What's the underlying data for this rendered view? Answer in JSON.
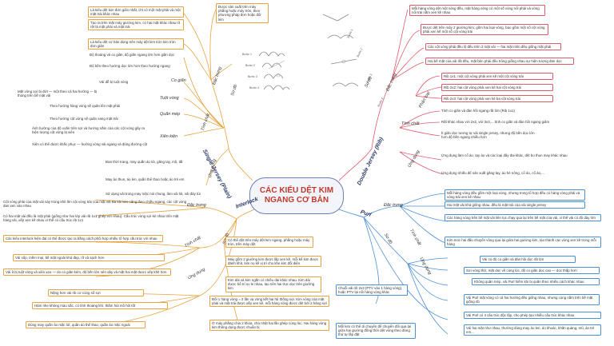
{
  "center": "CÁC KIỂU DỆT KIM NGANG CƠ BẢN",
  "branches": {
    "single": "Single Jersey (Plain)",
    "double": "Double Jersey (Rib)",
    "interlock": "Interlock",
    "purl": "Purl"
  },
  "single": {
    "labels": {
      "dac_trung": "Đặc trưng",
      "tinh_chat": "Tính chất",
      "ung_dung": "Ứng dụng",
      "so_do": "Sơ đồ",
      "gian": "Co giãn",
      "xuat": "Tuột vòng",
      "quan": "Quăn mép",
      "xien": "Xiên kiện"
    },
    "features": [
      "Là kiểu dệt kim đơn giản nhất, chỉ có một mặt phải và một mặt trái khác nhau",
      "Tạo ra trên mặt máy giường kim, có hai mặt khác nhau rõ rệt là mặt phải và mặt trái",
      "Là kiểu dệt cơ bản dùng trên máy dệt kim tròn kim tròn đơn giản"
    ],
    "pattern_note": "Được sản xuất trên máy phẳng hoặc máy tròn, theo phương pháp đơn hoặc đôi kim",
    "steps": [
      "Bước 1",
      "Bước 2",
      "Bước 3",
      "Bước 4"
    ],
    "props_a": [
      "Độ thoáng và co giãn, độ giãn ngang lớn hơn giãn dọc",
      "Độ bền theo hướng dọc lớn hơn theo hướng ngang"
    ],
    "props_b": [
      "Vải dễ bị tuột vòng",
      "Mặt vòng sợi bị đứt — một theo cả hai hướng — bị thủng trên bề mặt vải"
    ],
    "props_c": [
      "Theo hướng hàng vòng sẽ quăn lên mặt phải",
      "Theo hướng cột vòng sẽ quăn sang mặt trái"
    ],
    "props_d": [
      "Ảnh hưởng của độ xoắn trên sợi và hướng nằm của các cột vòng gây ra hiện tượng cột vòng bị xiên",
      "Xiên có thể được khắc phục — hướng vòng vải ngang và đúng đường cột"
    ],
    "uses": [
      "Đan thời trang, may quần áo lót, găng tay, mũ, tất",
      "May áo thun, áo len, quần thể thao hoặc áo trẻ em",
      "Sử dụng vải trong may mặc nói chung, làm vải lót, vải đáy túi"
    ]
  },
  "double": {
    "labels": {
      "dac_trung": "Đặc trưng",
      "so_do": "Sơ đồ",
      "tinh_chat": "Tính chất",
      "ung_dung": "Ứng dụng",
      "phan_loai": "Phân loại"
    },
    "steps": [
      "Bước 1",
      "Bước 2",
      "Bước 3",
      "Bước 4"
    ],
    "features": [
      "Mỗi hàng vòng dệt một vòng đều, mặt hàng vòng có một số vòng nổi phải và vòng nổi trái nằm xen kẽ nhau",
      "Được dệt trên máy 2 giường kim, gồm hai loại vòng, bao gồm một số cột vòng phải xen kẽ một số cột vòng trái",
      "Các cột vòng phải đều lộ đều trên 2 mặt vải — hai mặt nhìn đều giống mặt phải",
      "Hai bề mặt của vải rất đều, mặt bên phải đều trông giống nhau sự hiện tượng đan dọc"
    ],
    "types": [
      "Rib 1x1: một cột vòng phải xen kẽ một cột vòng trái",
      "Rib 2x2: hai cột vòng phải xen kẽ hai cột vòng trái",
      "Rib 2x3: hai cột vòng phải xen kẽ ba cột vòng trái"
    ],
    "props": [
      "Tính co giãn và đàn hồi ngang rất lớn (Rib 1x1)",
      "Rất khác nhau với 2x2, với 3x3,... tính co giãn và đàn hồi ngang giảm"
    ],
    "props_b": "Ít giãn dọc tương tự vải single jersey, nhưng độ bền dọc lớn hơn độ bền ngang nhiều hơn",
    "uses": [
      "Ứng dụng làm cổ áo, tay áo và các loại dây đai khác, dệt bo thun may khác nhau",
      "Ứng dụng nhiều để sản xuất găng tay, áo hẻ nông, cổ áo, cổ áo,..."
    ]
  },
  "interlock": {
    "labels": {
      "dac_trung": "Đặc trưng",
      "so_do": "Sơ đồ",
      "tinh_chat": "Tính chất",
      "ung_dung": "Ứng dụng"
    },
    "features": [
      "Cột vòng phải của mặt vải này trùng khít lên cột vòng trái của mặt vải kia khi kéo căng theo chiều ngang, các cột vòng đan xen vào nhau",
      "Có hai mặt vải đều là mặt phải (giống như hai lớp vải rib 1x1 ghép với nhau). Cấu trúc vòng sợi kẻ nhau trên mặt hàng vải, xếp xen kẽ nhau vì thế có cấu trúc rib 1x1"
    ],
    "diagram": [
      "Có thể dệt trên máy dệt kim ngang, phẳng hoặc máy tròn, trên máy dệt",
      "Máy gồm 2 giường kim được lắp xen kẽ, mỗi kế kim được đánh khít, kim nọ kế vị trí cho khe kim đối diện",
      "Kim dài và kim ngắn có chiều dài khác nhau. Kim dài được bố trí so le nhau, tạo nên hai trục dọc trên giường kim"
    ],
    "props": [
      "Các kiểu interlock hiện đại có thể được tạo ra bằng cách phối hợp nhiều tổ hợp cấu trúc với nhau",
      "Vải xốp, mềm mại, bề mặt ngoài khá đẹp, rõ và sạch hơn"
    ],
    "props_b": "Vải ít bị tuột vòng và xiên xẹo — do có giãn kém, độ bền lớn nên dày và mặt hai mặt được xếp khít hơn",
    "uses": [
      "Nặng hơn vải rib cơ cùng số sợi",
      "Hàm nhẹ không màu sắc, có tính thoáng khí, thấm hút mồ hôi tốt",
      "Dùng may quần áo mặc lót, quần áo thể thao, quần áo mặc ngoài"
    ],
    "diagram_b": [
      "Đối 1 hàng vòng = 2 lần vạ vòng kết hai hệ thống sợi. Kim vòng của mặt phải và mặt trái được xếp xen kẽ, mỗi hàng vòng được dệt bởi 2 hàng sợi",
      "Ở máy phẳng chia 2 khóa, chủ nhật hai lần ghép cùng lúc. Hai hàng vòng kim thông dụng được chuẩn bị"
    ]
  },
  "purl": {
    "labels": {
      "dac_trung": "Đặc trưng",
      "so_do": "Sơ đồ",
      "tinh_chat": "Tính chất",
      "ung_dung": "Ứng dụng"
    },
    "features": [
      "Mỗi hàng vòng đều gồm một loại vòng, nhưng trong tổ hợp đều có hàng vòng phải và vòng trái xen kẽ nhau",
      "Hai mặt vải khá giống nhau, đều là mặt trái của vải single jersey",
      "Các hàng vòng trên bề mặt vải liên tục chạy qua lại trên bề mặt của vải, vì thế vải có độ dày lớn",
      "Kim móc hai đầu chuyển vòng qua lại giữa hai giường kim, tạo thành các vòng xen kẽ trong mỗi hàng"
    ],
    "props": [
      "Vải có độ co giãn và đàn hồi dọc rất lớn",
      "Sợi vòng thở, mặt dọc về cùng lúc, độ co giãn dọc cao — dọc thấp hơn",
      "Không quăn mép, vải Purl hiếm khi bị quăn theo nhiều cách khác nhau",
      "Vải Purl mặt vòng có cả hai hướng đều giống nhau, nhưng cùng nằm trên bề mặt giống rib"
    ],
    "diagram": [
      "Chuỗi vải rib 2x3 (PTV vào 1 hàng vòng), hoặc PTV lại nối hàng vòng khác",
      "Mỗi kim có thể di chuyển để chuyển đổi qua lại giữa hai giường đồng thời dệt vòng theo đúng thứ tự lắp đặt"
    ],
    "uses": [
      "Vải Purl có 4 cấu trúc độc lập, cho phép tạo nhiều cấu trúc khác nhau",
      "Vải hai mặt như nhau, thường dùng may áo len, áo khoác, khăn quàng, mũ, áo trẻ em..."
    ]
  },
  "colors": {
    "single": "#6cb05a",
    "double": "#e05b6a",
    "interlock": "#e7a33f",
    "purl": "#4a90d9",
    "center_text": "#c0392b"
  }
}
